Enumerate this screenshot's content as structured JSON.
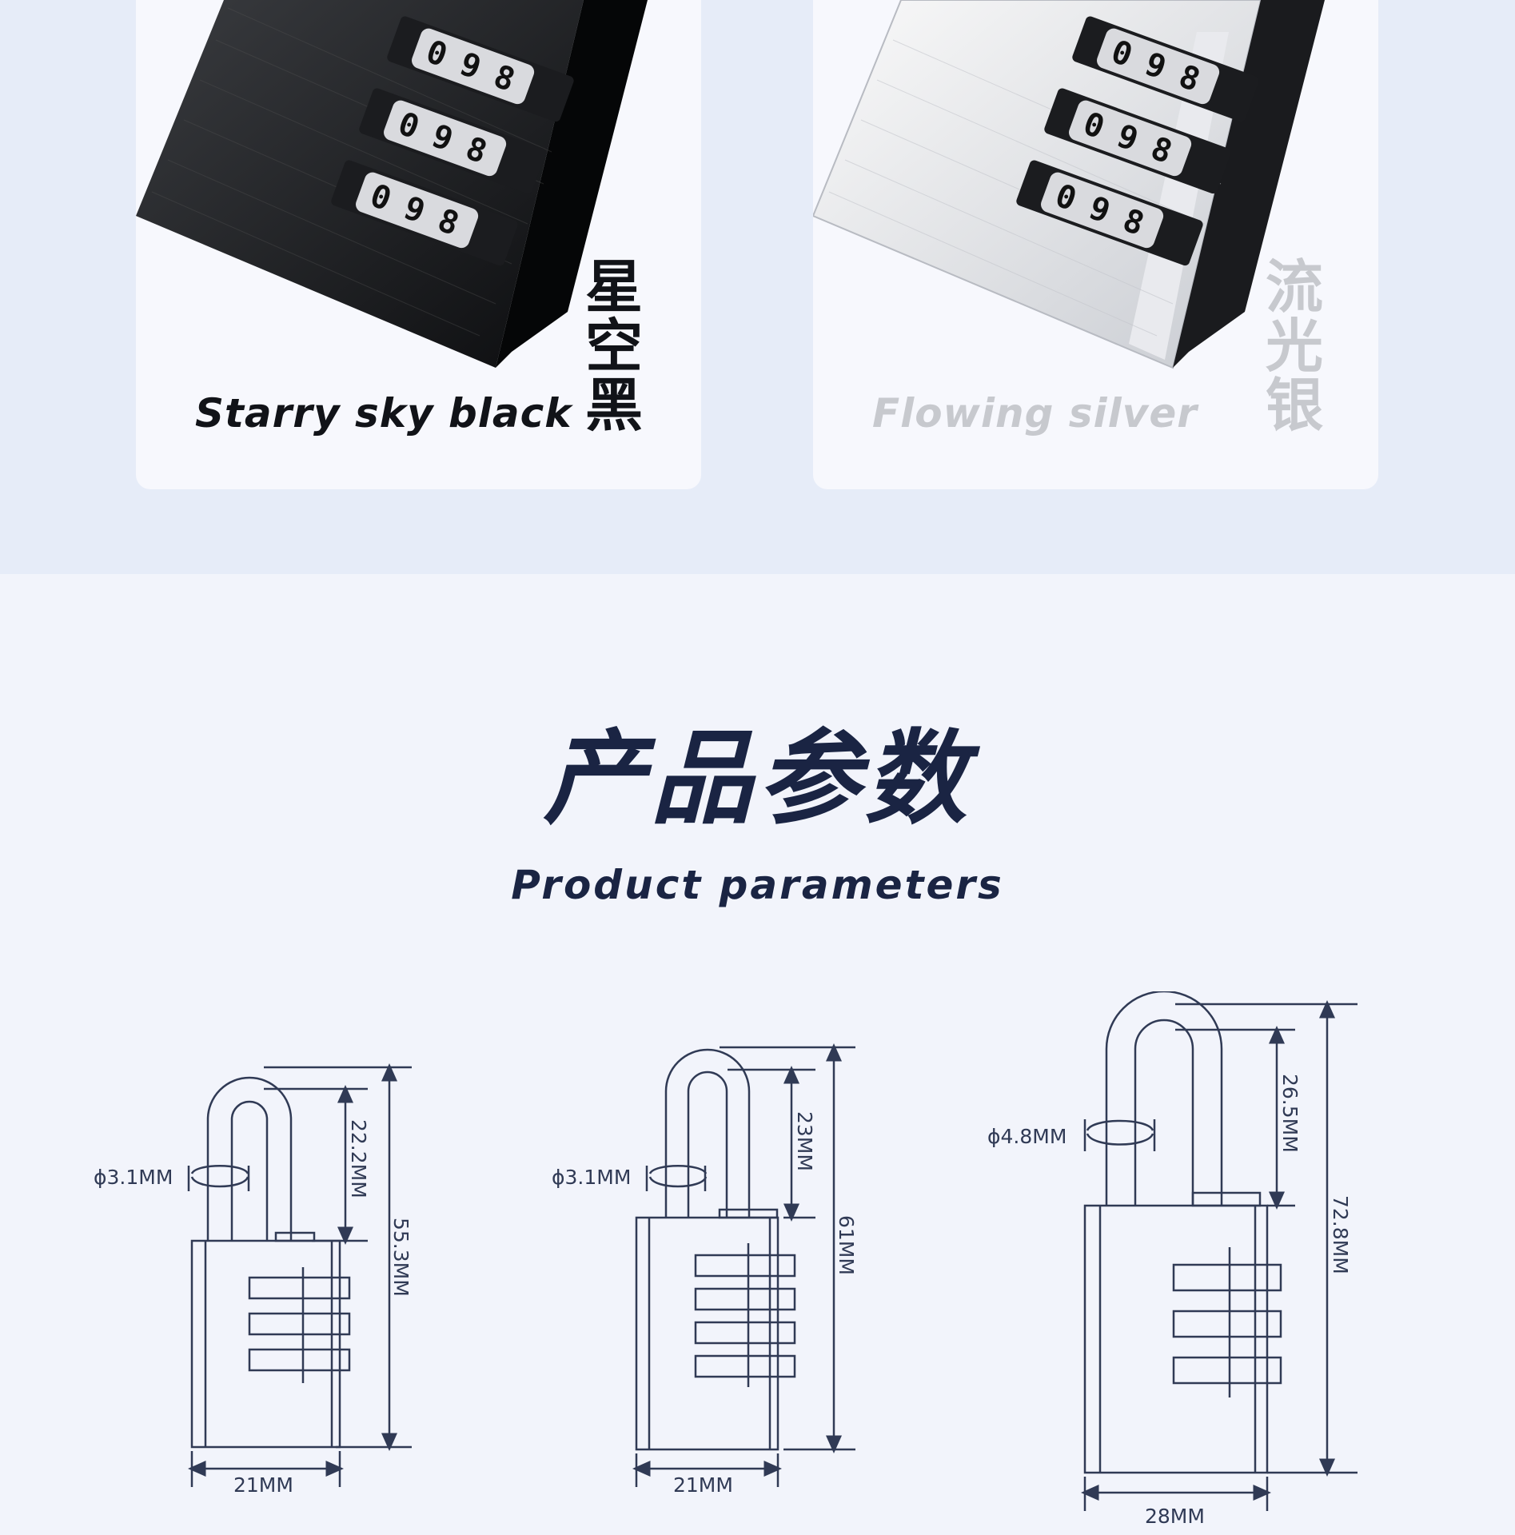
{
  "color_cards": [
    {
      "name_en": "Starry sky black",
      "name_zh": "星空黑"
    },
    {
      "name_en": "Flowing silver",
      "name_zh": "流光银"
    }
  ],
  "dial_digits": [
    "0",
    "9",
    "8"
  ],
  "section": {
    "title_zh": "产品参数",
    "title_en": "Product parameters"
  },
  "drawings": [
    {
      "shackle_diameter": "ϕ3.1MM",
      "shackle_height": "22.2MM",
      "total_height": "55.3MM",
      "body_width": "21MM"
    },
    {
      "shackle_diameter": "ϕ3.1MM",
      "shackle_height": "23MM",
      "total_height": "61MM",
      "body_width": "21MM"
    },
    {
      "shackle_diameter": "ϕ4.8MM",
      "shackle_height": "26.5MM",
      "total_height": "72.8MM",
      "body_width": "28MM"
    }
  ],
  "colors": {
    "band_bg": "#e6ecf8",
    "page_bg": "#f2f4fb",
    "title": "#1a2443",
    "line": "#303a55"
  }
}
